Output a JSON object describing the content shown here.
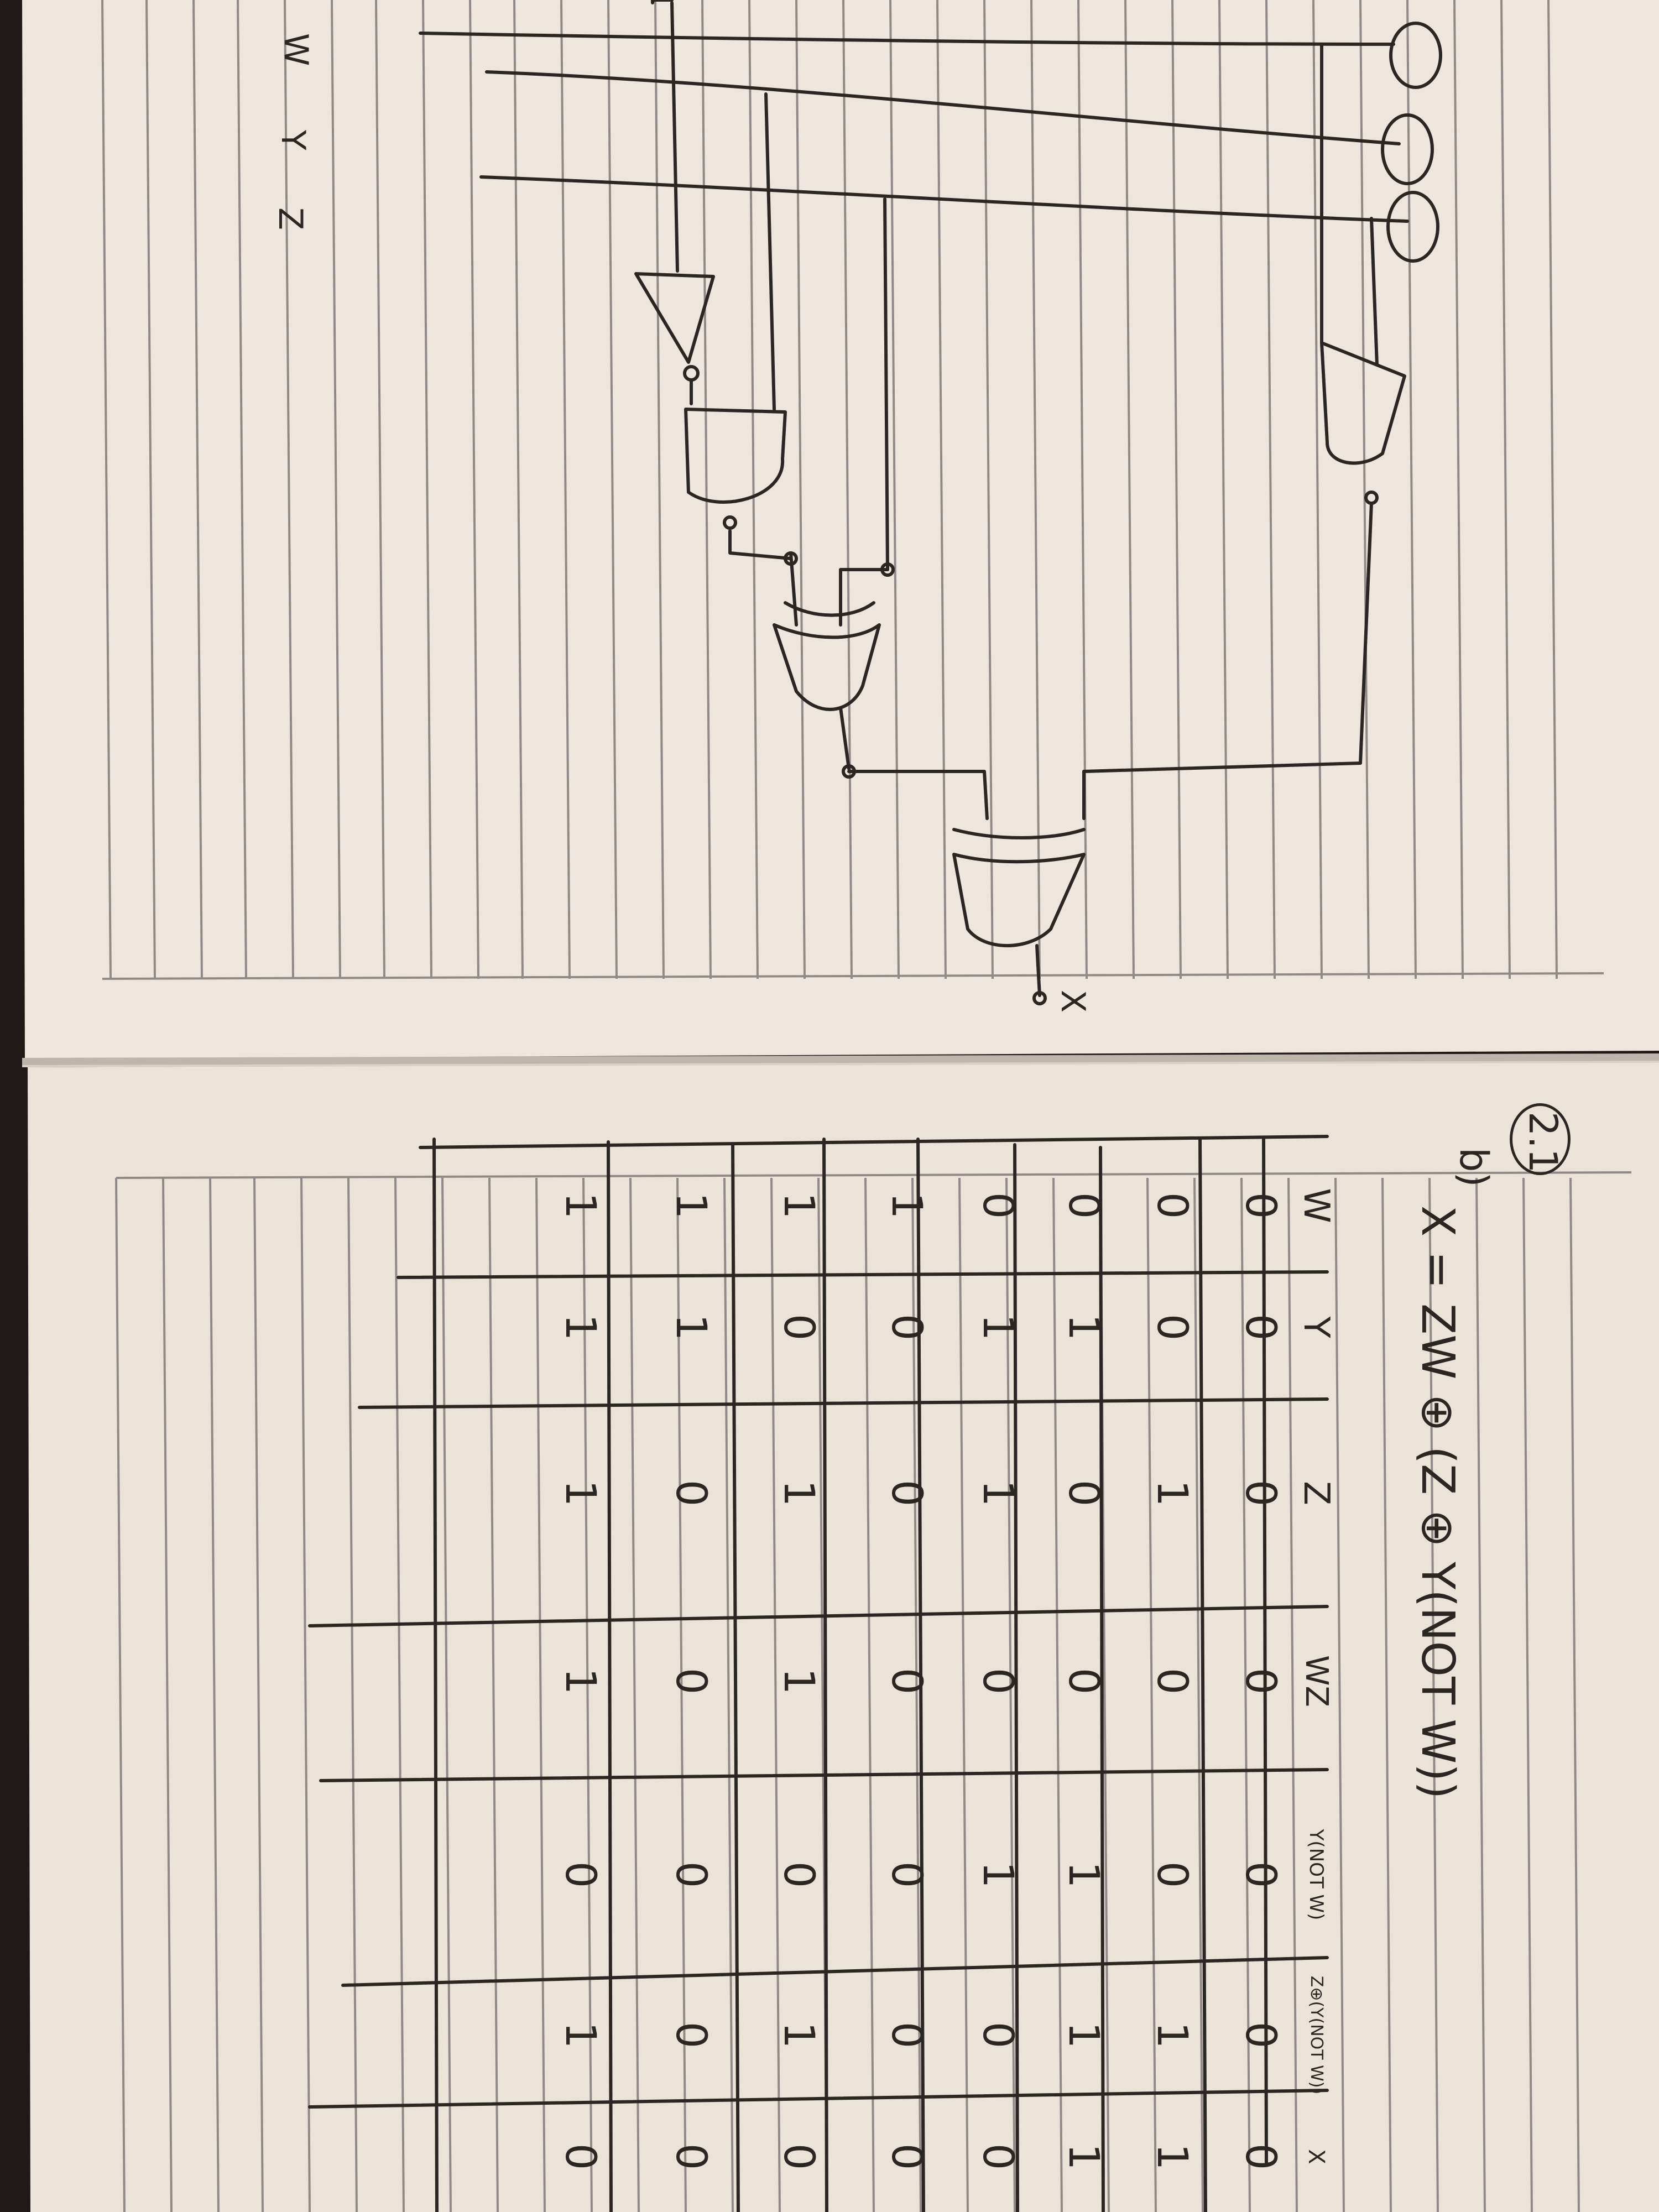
{
  "problem_number": "2.1",
  "part_label": "b)",
  "equation": "X = ZW ⊕ (Z ⊕ Y(NOT W))",
  "circuit": {
    "inputs": [
      "W",
      "Y",
      "Z"
    ],
    "output": "X"
  },
  "truth_table": {
    "headers": [
      "W",
      "Y",
      "Z",
      "WZ",
      "Y(NOT W)",
      "Z⊕(Y(NOT W))",
      "X"
    ],
    "rows": [
      [
        "0",
        "0",
        "0",
        "0",
        "0",
        "0",
        "0"
      ],
      [
        "0",
        "0",
        "1",
        "0",
        "0",
        "1",
        "1"
      ],
      [
        "0",
        "1",
        "0",
        "0",
        "1",
        "1",
        "1"
      ],
      [
        "0",
        "1",
        "1",
        "0",
        "1",
        "0",
        "0"
      ],
      [
        "1",
        "0",
        "0",
        "0",
        "0",
        "0",
        "0"
      ],
      [
        "1",
        "0",
        "1",
        "1",
        "0",
        "1",
        "0"
      ],
      [
        "1",
        "1",
        "0",
        "0",
        "0",
        "0",
        "0"
      ],
      [
        "1",
        "1",
        "1",
        "1",
        "0",
        "1",
        "0"
      ]
    ]
  },
  "colors": {
    "paper": "#ece6dc",
    "ink": "#2a2622",
    "rule": "#8f8a86",
    "background": "#1f1a17"
  }
}
